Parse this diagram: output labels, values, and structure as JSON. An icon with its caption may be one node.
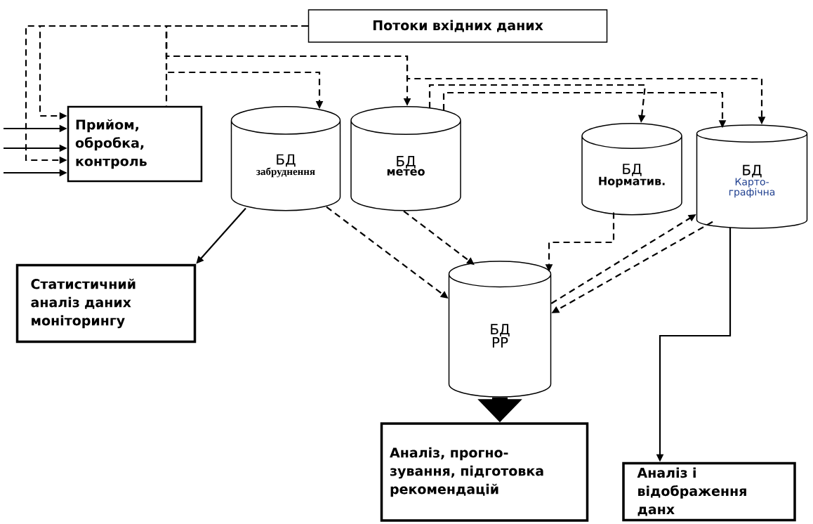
{
  "diagram": {
    "nodes": [
      {
        "text": [
          "Потоки вхідних даних"
        ]
      },
      {
        "text": [
          "Прийом, обробка, контроль"
        ]
      },
      {
        "text": [
          "БД",
          "забруднення"
        ]
      },
      {
        "text": [
          "БД",
          "метео"
        ]
      },
      {
        "text": [
          "БД",
          "Норматив."
        ]
      },
      {
        "text": [
          "БД",
          "Карто- графічна"
        ]
      },
      {
        "text": [
          "БД",
          "РР"
        ]
      },
      {
        "text": [
          "Статистичний аналіз даних моніторингу"
        ]
      },
      {
        "text": [
          "Аналіз, прогно- зування, підготовка рекомендацій"
        ]
      },
      {
        "text": [
          "Аналіз і відображення данх"
        ]
      }
    ],
    "edges": [
      {
        "from": 0,
        "to": 1,
        "arrow": "to",
        "style": "dashed"
      },
      {
        "from": 0,
        "to": 1,
        "arrow": "to",
        "style": "dashed"
      },
      {
        "from": null,
        "to": 1,
        "arrow": "to"
      },
      {
        "from": null,
        "to": 1,
        "arrow": "to"
      },
      {
        "from": null,
        "to": 1,
        "arrow": "to"
      },
      {
        "from": 0,
        "to": 2,
        "arrow": "to",
        "style": "dashed"
      },
      {
        "from": 0,
        "to": 3,
        "arrow": "to",
        "style": "dashed"
      },
      {
        "from": 0,
        "to": 1,
        "arrow": "none",
        "style": "dashed"
      },
      {
        "from": 3,
        "to": 4,
        "arrow": "to",
        "style": "dashed"
      },
      {
        "from": 3,
        "to": 5,
        "arrow": "to",
        "style": "dashed"
      },
      {
        "from": 0,
        "to": 5,
        "arrow": "to",
        "style": "dashed"
      },
      {
        "from": 2,
        "to": 7,
        "arrow": "to"
      },
      {
        "from": 2,
        "to": 6,
        "arrow": "to",
        "style": "dashed"
      },
      {
        "from": 3,
        "to": 6,
        "arrow": "to",
        "style": "dashed"
      },
      {
        "from": 4,
        "to": 6,
        "arrow": "to",
        "style": "dashed"
      },
      {
        "from": 6,
        "to": 5,
        "arrow": "to",
        "style": "dashed"
      },
      {
        "from": 5,
        "to": 6,
        "arrow": "to",
        "style": "dashed"
      },
      {
        "from": 6,
        "to": 8,
        "arrow": "to",
        "style": "thick"
      },
      {
        "from": 5,
        "to": 9,
        "arrow": "to"
      }
    ]
  }
}
